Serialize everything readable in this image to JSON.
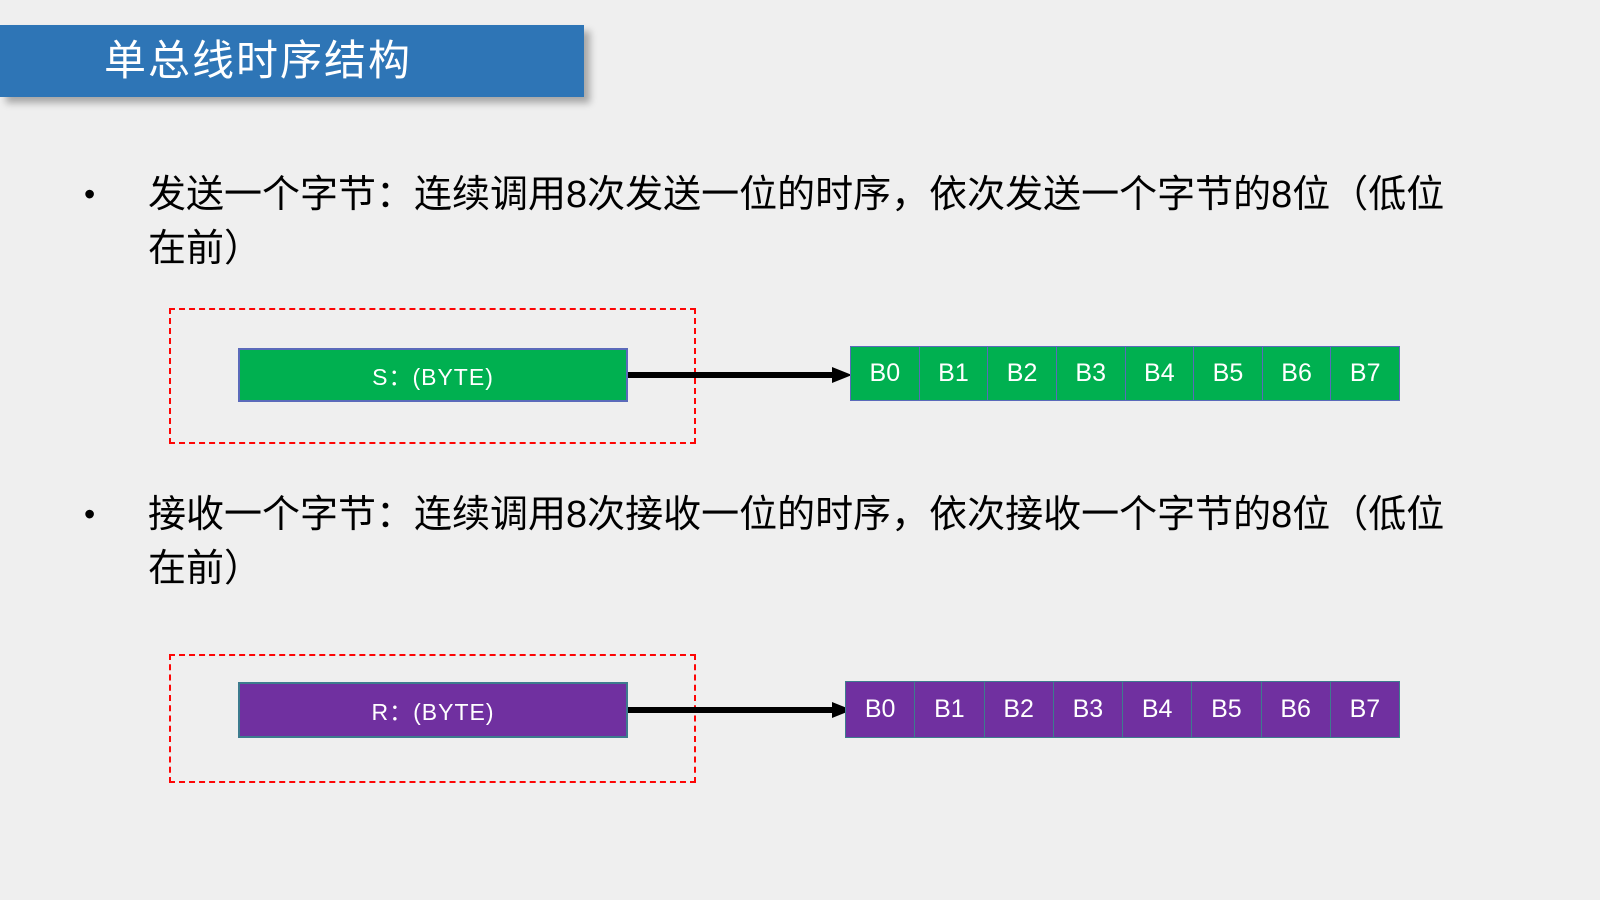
{
  "slide": {
    "title": "单总线时序结构",
    "background_color": "#efefef",
    "title_banner_color": "#2e75b6",
    "title_text_color": "#ffffff"
  },
  "bullets": [
    {
      "marker": "•",
      "text": "发送一个字节：连续调用8次发送一位的时序，依次发送一个字节的8位（低位在前）"
    },
    {
      "marker": "•",
      "text": "接收一个字节：连续调用8次接收一位的时序，依次接收一个字节的8位（低位在前）"
    }
  ],
  "diagrams": [
    {
      "group_label": "send-byte-diagram",
      "dashed_border_color": "#fd0606",
      "box_label": "S：(BYTE)",
      "box_fill_color": "#00b050",
      "box_border_color": "#5b6aba",
      "arrow_color": "#000000",
      "bits": [
        "B0",
        "B1",
        "B2",
        "B3",
        "B4",
        "B5",
        "B6",
        "B7"
      ],
      "bit_fill_color": "#00b050",
      "bit_border_color": "#5b6aba",
      "bit_text_color": "#ffffff"
    },
    {
      "group_label": "receive-byte-diagram",
      "dashed_border_color": "#fd0606",
      "box_label": "R：(BYTE)",
      "box_fill_color": "#7030a0",
      "box_border_color": "#3d7b8e",
      "arrow_color": "#000000",
      "bits": [
        "B0",
        "B1",
        "B2",
        "B3",
        "B4",
        "B5",
        "B6",
        "B7"
      ],
      "bit_fill_color": "#7030a0",
      "bit_border_color": "#3d7b8e",
      "bit_text_color": "#ffffff"
    }
  ]
}
